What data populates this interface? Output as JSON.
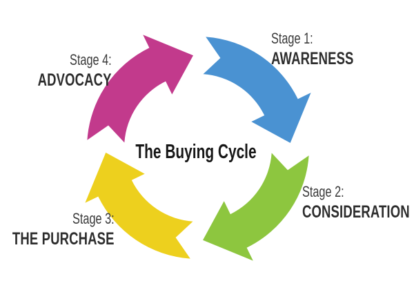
{
  "title": "The Buying Cycle",
  "colors": {
    "blue": "#4a92d2",
    "green": "#8dc63f",
    "yellow": "#edd01e",
    "magenta": "#c23a8c",
    "background": "#ffffff",
    "text": "#2d2d2d"
  },
  "stages": [
    {
      "label": "Stage 1:",
      "name": "AWARENESS",
      "color": "#4a92d2",
      "position": "top-right",
      "arrow_direction": "from top-center curving down to right"
    },
    {
      "label": "Stage 2:",
      "name": "CONSIDERATION",
      "color": "#8dc63f",
      "position": "bottom-right",
      "arrow_direction": "from right curving down to bottom-center"
    },
    {
      "label": "Stage 3:",
      "name": "THE PURCHASE",
      "color": "#edd01e",
      "position": "bottom-left",
      "arrow_direction": "from bottom-center curving up to left"
    },
    {
      "label": "Stage 4:",
      "name": "ADVOCACY",
      "color": "#c23a8c",
      "position": "top-left",
      "arrow_direction": "from left curving up to top-center"
    }
  ],
  "cycle_flow": "clockwise"
}
